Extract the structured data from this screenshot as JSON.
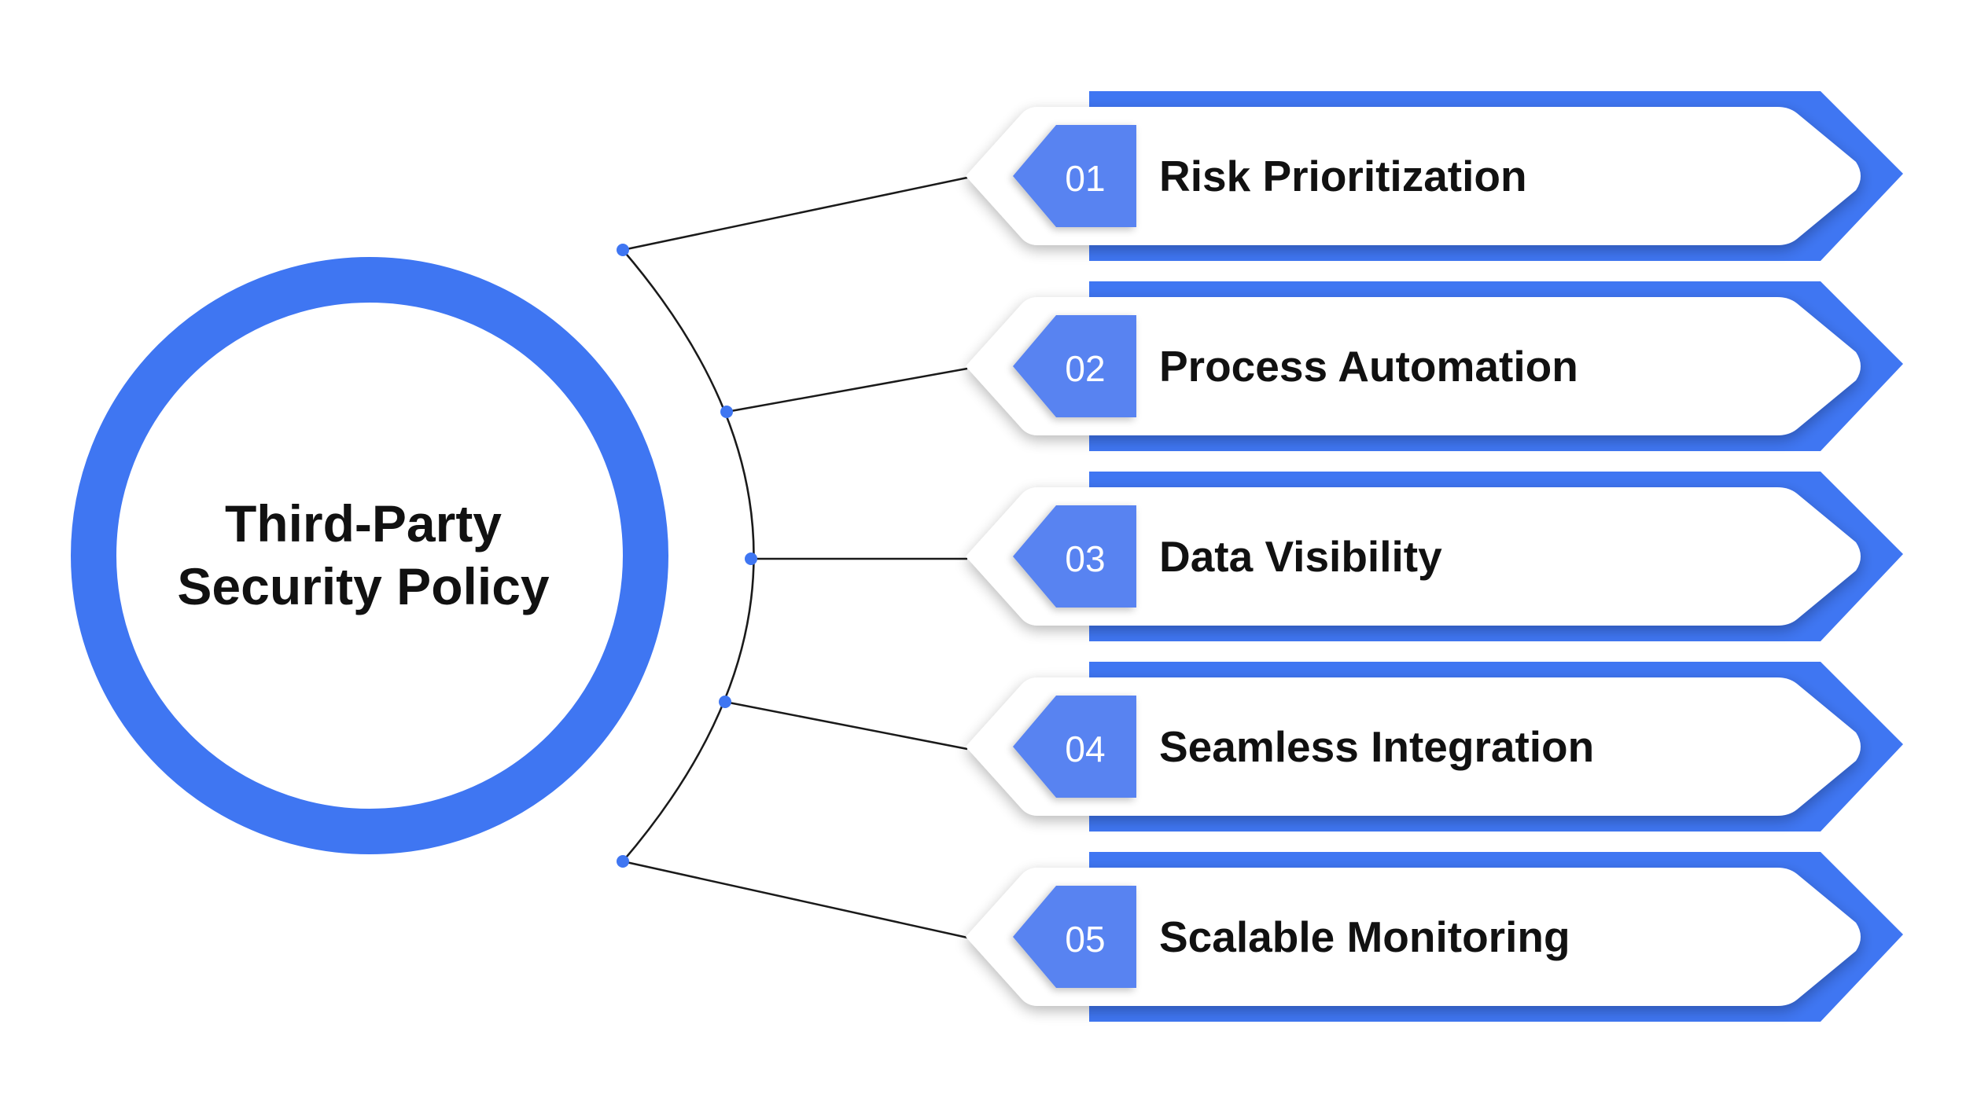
{
  "center": {
    "title_line1": "Third-Party",
    "title_line2": "Security Policy"
  },
  "items": [
    {
      "number": "01",
      "label": "Risk Prioritization"
    },
    {
      "number": "02",
      "label": "Process Automation"
    },
    {
      "number": "03",
      "label": "Data Visibility"
    },
    {
      "number": "04",
      "label": "Seamless Integration"
    },
    {
      "number": "05",
      "label": "Scalable Monitoring"
    }
  ],
  "colors": {
    "accent": "#3F76F2",
    "text": "#111111",
    "connector": "#1a1a1a",
    "background": "#FFFFFF"
  }
}
